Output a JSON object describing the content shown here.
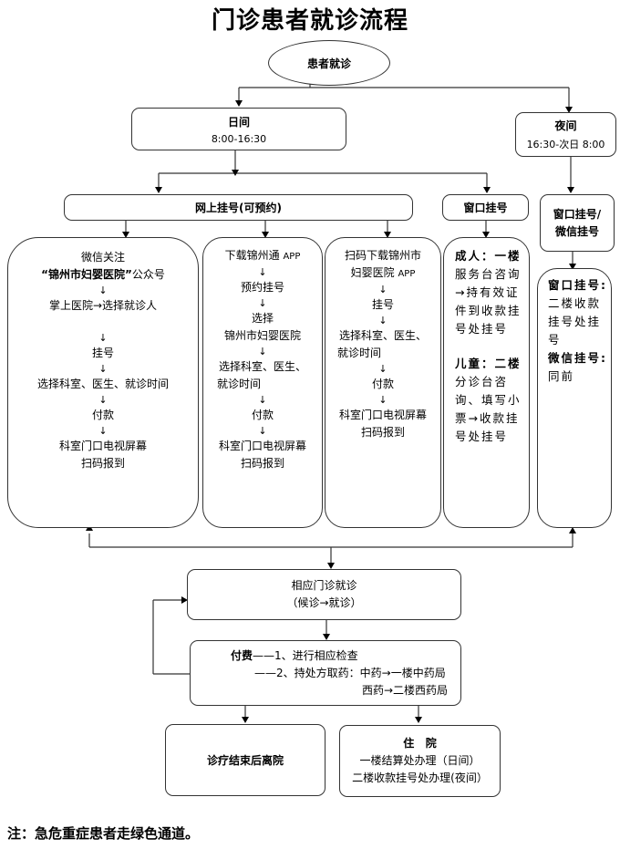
{
  "title": "门诊患者就诊流程",
  "start": "患者就诊",
  "day": {
    "label": "日间",
    "hours": "8:00-16:30"
  },
  "night": {
    "label": "夜间",
    "hours": "16:30-次日 8:00"
  },
  "online": {
    "label": "网上挂号(可预约)"
  },
  "window": {
    "label": "窗口挂号"
  },
  "night_reg": {
    "line1": "窗口挂号/",
    "line2": "微信挂号"
  },
  "wechat_flow": {
    "line1": "微信关注",
    "quote_open": "“",
    "hospital": "锦州市妇婴医院",
    "quote_close": "”",
    "account": "公众号",
    "step1": "掌上医院→选择就诊人",
    "step2": "挂号",
    "step3": "选择科室、医生、就诊时间",
    "step4": "付款",
    "step5a": "科室门口电视屏幕",
    "step5b": "扫码报到",
    "arrow": "↓"
  },
  "app_flow": {
    "line1a": "下载锦州通 ",
    "line1b": "APP",
    "step1": "预约挂号",
    "step2a": "选择",
    "step2b": "锦州市妇婴医院",
    "step3a": "选择科室、医生、",
    "step3b": "就诊时间",
    "step4": "付款",
    "step5a": "科室门口电视屏幕",
    "step5b": "扫码报到",
    "arrow": "↓"
  },
  "scan_flow": {
    "line1a": "扫码下载锦州市",
    "line1b": "妇婴医院 ",
    "line1c": "APP",
    "step1": "挂号",
    "step2a": "选择科室、医生、",
    "step2b": "就诊时间",
    "step3": "付款",
    "step4a": "科室门口电视屏幕",
    "step4b": "扫码报到",
    "arrow": "↓"
  },
  "window_flow": {
    "adult_label": "成人：一楼",
    "adult_text": [
      "服务台咨询",
      "→持有效证",
      "件到收款挂",
      "号处挂号"
    ],
    "child_label": "儿童：二楼",
    "child_text": [
      "分诊台咨",
      "询、填写小",
      "票→收款挂",
      "号处挂号"
    ]
  },
  "night_flow": {
    "window_label": "窗口挂号:",
    "window_text": [
      "二楼收款",
      "挂号处挂",
      "号"
    ],
    "wechat_label": "微信挂号:",
    "wechat_text": "同前"
  },
  "consult": {
    "line1": "相应门诊就诊",
    "line2": "（候诊→就诊）"
  },
  "payment": {
    "label": "付费",
    "line1": "——1、进行相应检查",
    "line2": "——2、持处方取药：中药→一楼中药局",
    "line3": "西药→二楼西药局"
  },
  "discharge": "诊疗结束后离院",
  "inpatient": {
    "label": "住   院",
    "line1": "一楼结算处办理（日间）",
    "line2": "二楼收款挂号处办理(夜间）"
  },
  "note": "注：急危重症患者走绿色通道。"
}
